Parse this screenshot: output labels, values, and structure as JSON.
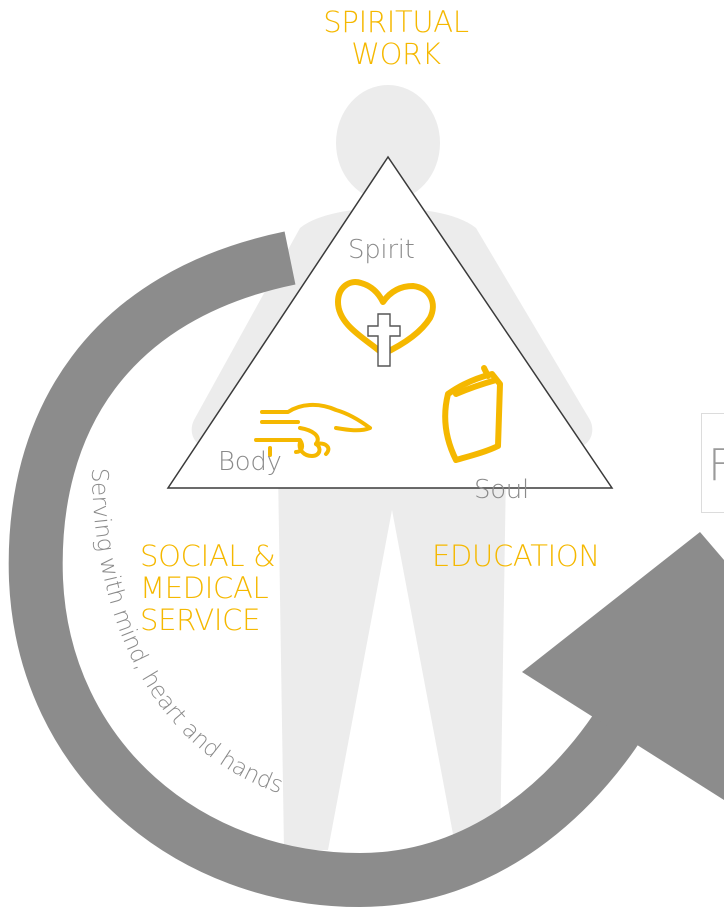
{
  "labels": {
    "top": [
      "SPIRITUAL",
      "WORK"
    ],
    "left": [
      "SOCIAL &",
      "MEDICAL",
      "SERVICE"
    ],
    "right": "EDUCATION",
    "spirit": "Spirit",
    "body": "Body",
    "soul": "Soul",
    "caption": "Serving with mind, heart and hands",
    "edge_fragment": "F"
  },
  "icons": {
    "spirit": "heart-with-cross-icon",
    "body": "pointing-hand-icon",
    "soul": "book-icon"
  },
  "colors": {
    "accent": "#f5b800",
    "silhouette": "#ececec",
    "arrow": "#8c8c8c",
    "text_gray": "#8a8a8a"
  }
}
